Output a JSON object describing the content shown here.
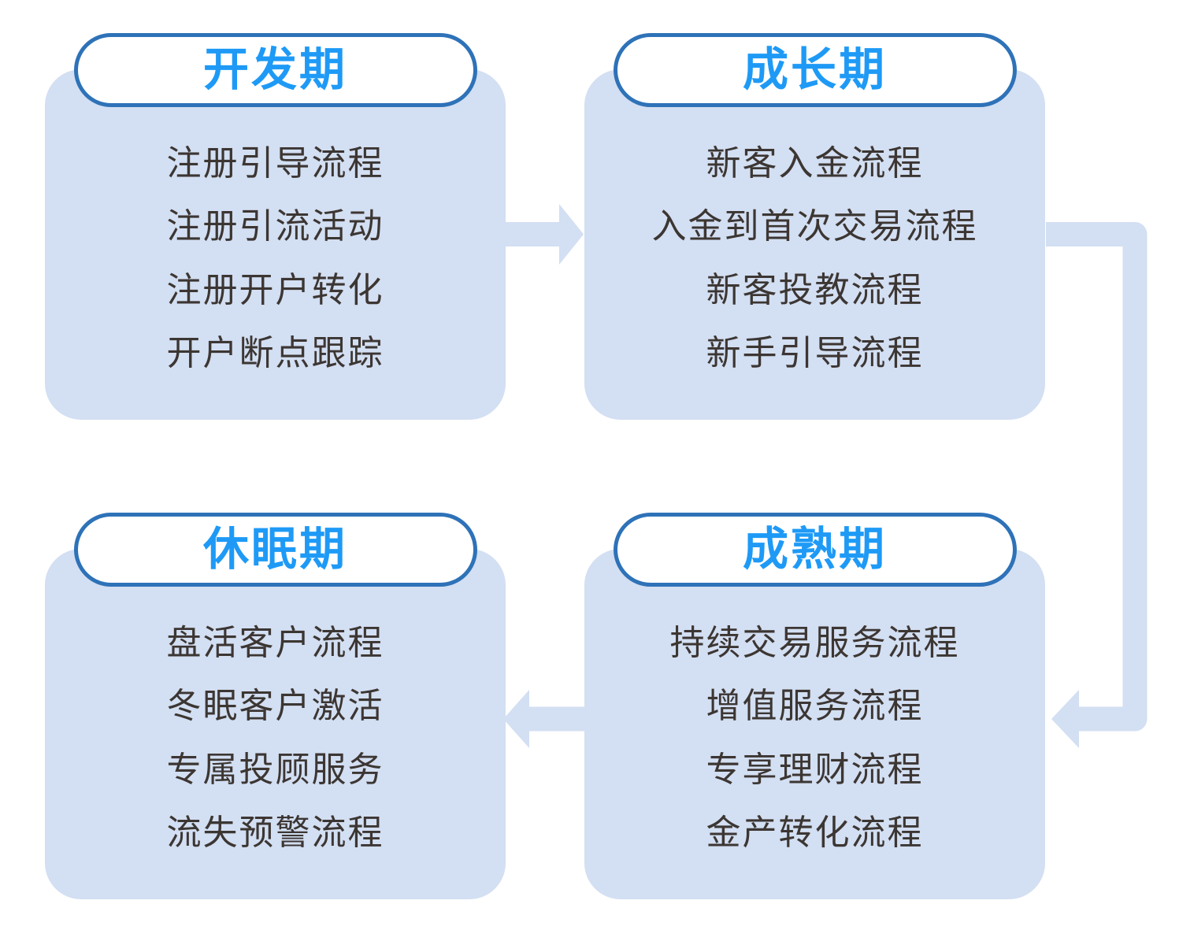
{
  "colors": {
    "canvas_bg": "#ffffff",
    "card_fill": "#d3dff2",
    "connector_fill": "#d3dff2",
    "pill_bg": "#ffffff",
    "pill_border": "#2e72b8",
    "stage_title_color": "#1e9af6",
    "item_text_color": "#3c3633"
  },
  "stages": [
    {
      "id": "development",
      "title": "开发期",
      "items": [
        "注册引导流程",
        "注册引流活动",
        "注册开户转化",
        "开户断点跟踪"
      ]
    },
    {
      "id": "growth",
      "title": "成长期",
      "items": [
        "新客入金流程",
        "入金到首次交易流程",
        "新客投教流程",
        "新手引导流程"
      ]
    },
    {
      "id": "dormant",
      "title": "休眠期",
      "items": [
        "盘活客户流程",
        "冬眠客户激活",
        "专属投顾服务",
        "流失预警流程"
      ]
    },
    {
      "id": "mature",
      "title": "成熟期",
      "items": [
        "持续交易服务流程",
        "增值服务流程",
        "专享理财流程",
        "金产转化流程"
      ]
    }
  ],
  "connectors": [
    {
      "from": "开发期",
      "to": "成长期",
      "type": "straight-arrow",
      "direction": "right"
    },
    {
      "from": "成长期",
      "to": "成熟期",
      "type": "elbow-arrow",
      "direction": "right-down-left"
    },
    {
      "from": "成熟期",
      "to": "休眠期",
      "type": "straight-arrow",
      "direction": "left"
    }
  ]
}
